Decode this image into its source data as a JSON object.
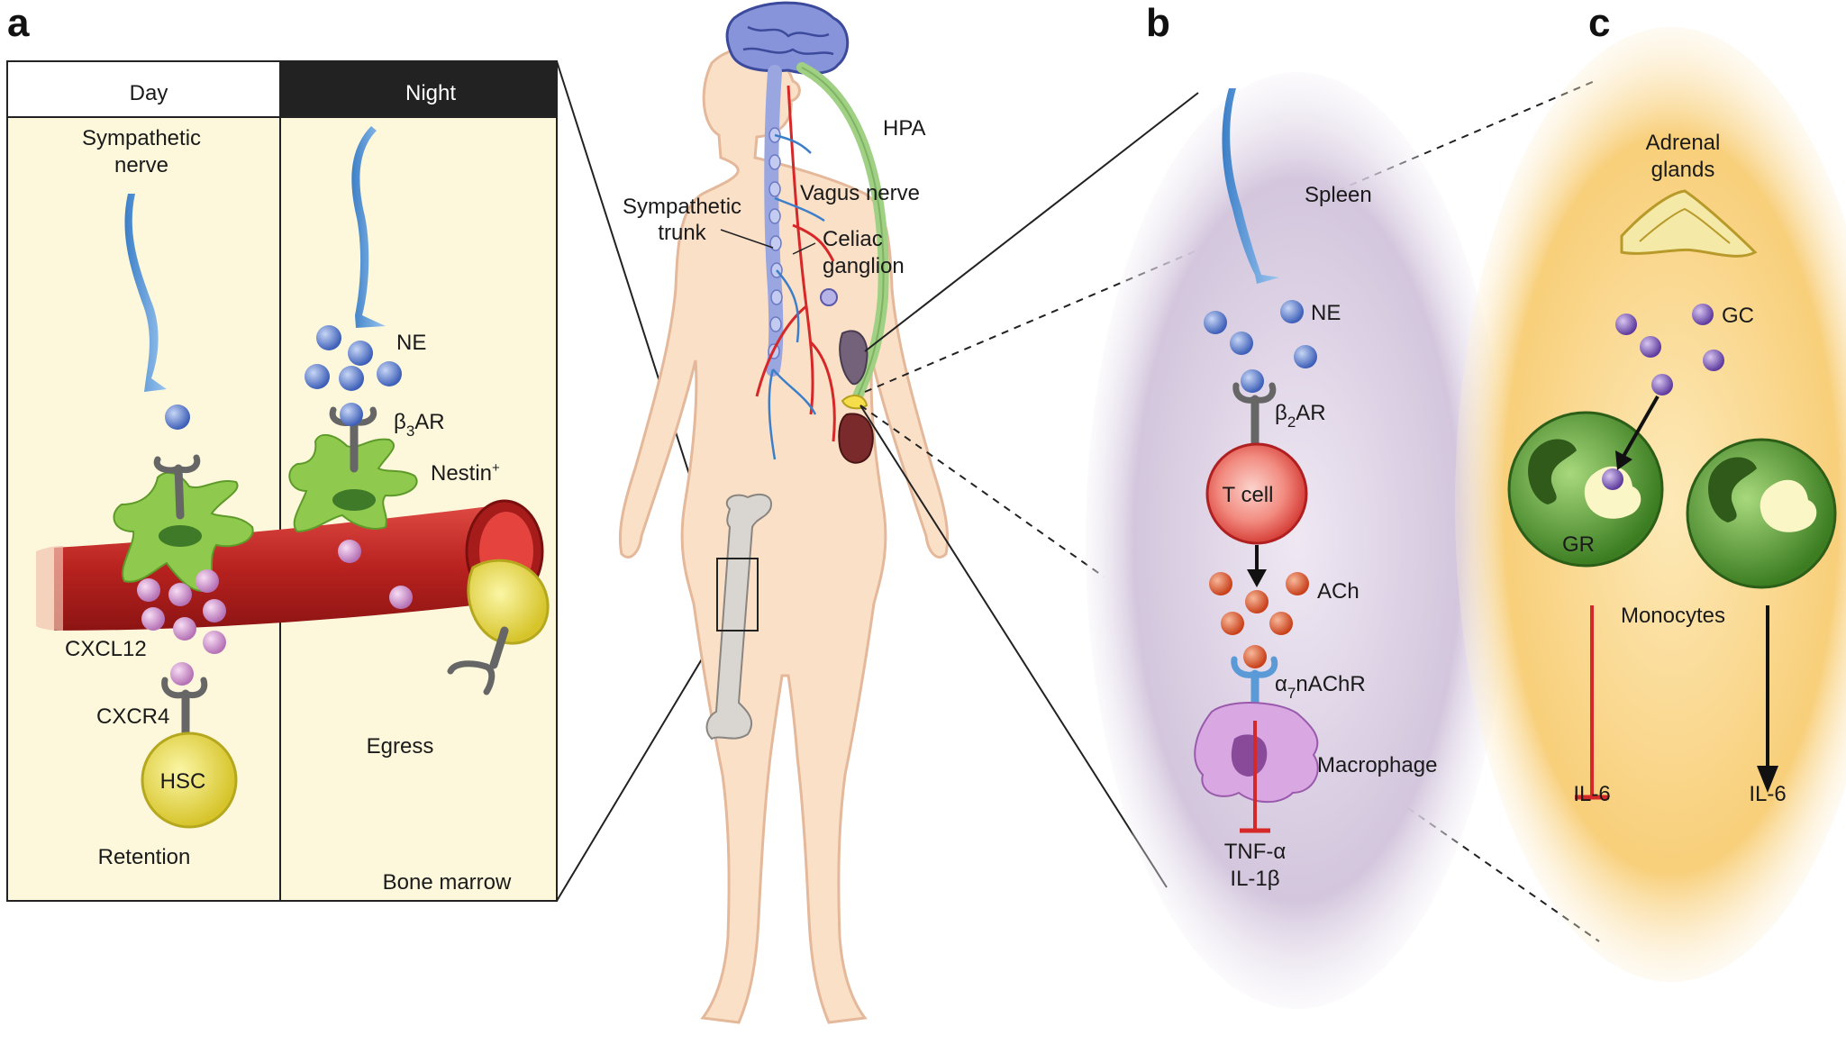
{
  "panels": {
    "a": "a",
    "b": "b",
    "c": "c"
  },
  "panel_a": {
    "day": "Day",
    "night": "Night",
    "sympathetic_nerve_1": "Sympathetic",
    "sympathetic_nerve_2": "nerve",
    "ne": "NE",
    "receptor": "β",
    "receptor_sub": "3",
    "receptor_suffix": "AR",
    "nestin": "Nestin",
    "nestin_sup": "+",
    "cxcl12": "CXCL12",
    "cxcr4": "CXCR4",
    "hsc": "HSC",
    "retention": "Retention",
    "egress": "Egress",
    "bone_marrow": "Bone marrow"
  },
  "body": {
    "hpa": "HPA",
    "vagus": "Vagus nerve",
    "symp_trunk_1": "Sympathetic",
    "symp_trunk_2": "trunk",
    "celiac_1": "Celiac",
    "celiac_2": "ganglion"
  },
  "panel_b": {
    "spleen": "Spleen",
    "ne": "NE",
    "receptor": "β",
    "receptor_sub": "2",
    "receptor_suffix": "AR",
    "tcell": "T cell",
    "ach": "ACh",
    "nachr_pre": "α",
    "nachr_sub": "7",
    "nachr_suffix": "nAChR",
    "macrophage": "Macrophage",
    "tnf": "TNF-α",
    "il1b": "IL-1β"
  },
  "panel_c": {
    "adrenal_1": "Adrenal",
    "adrenal_2": "glands",
    "gc": "GC",
    "gr": "GR",
    "monocytes": "Monocytes",
    "il6_left": "IL-6",
    "il6_right": "IL-6"
  },
  "colors": {
    "panel_bg": "#fdf8dc",
    "night_header": "#222222",
    "nerve_blue": "#5a9ad6",
    "ne_dot": "#4a6ec7",
    "cxcl12_dot": "#c98ac9",
    "vessel_red": "#c0282a",
    "niche_green": "#8fca4e",
    "hsc_yellow": "#e8dd3c",
    "skin": "#fbe0c8",
    "hpa_green": "#9fd083",
    "tcell_red": "#e0443c",
    "ach_orange": "#d9582a",
    "macrophage_purple": "#c98ad6",
    "monocyte_green": "#4a8a2a",
    "gc_purple": "#7b52b5",
    "inhibit_red": "#d62828"
  }
}
